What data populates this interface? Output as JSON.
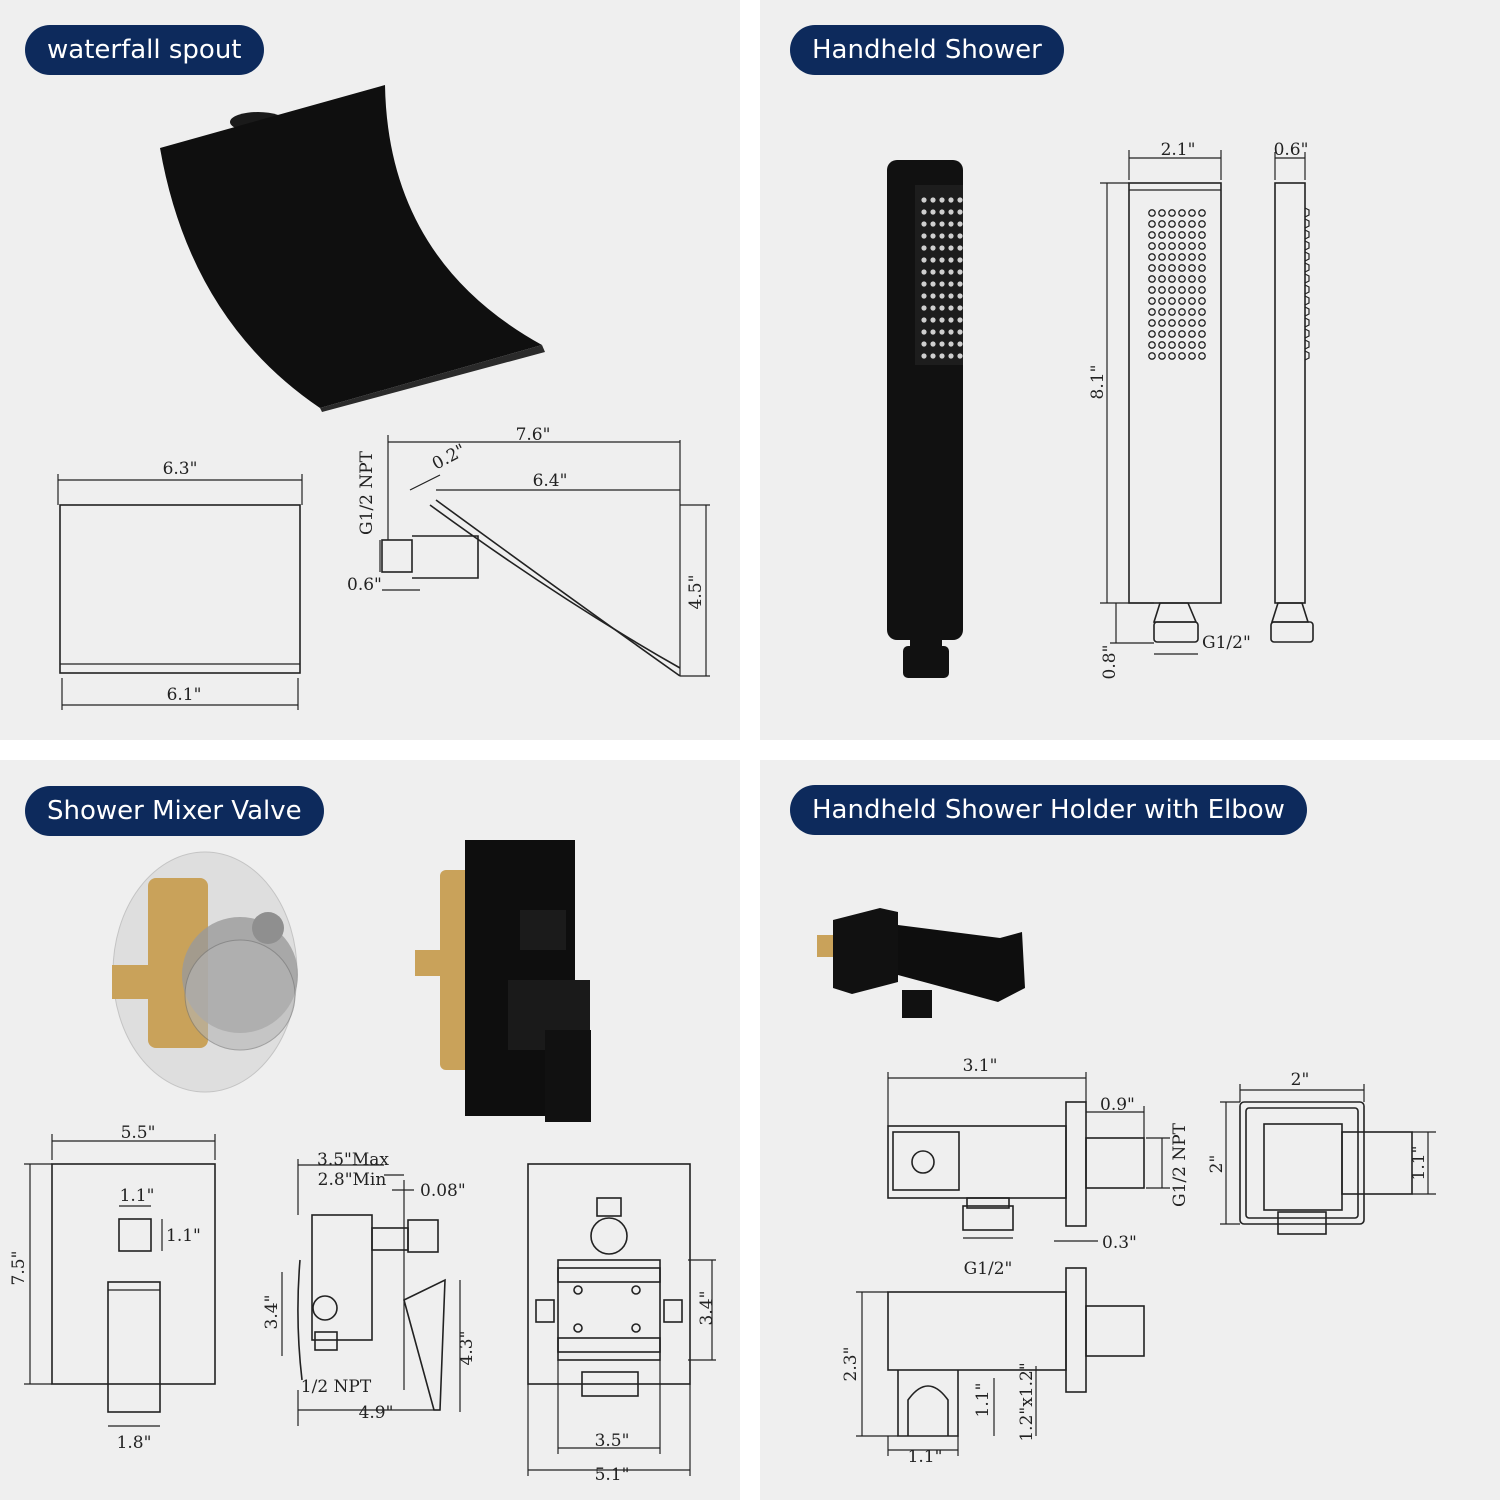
{
  "panels": {
    "waterfall": {
      "title": "waterfall spout",
      "dims": {
        "width_top": "6.3\"",
        "width_bottom": "6.1\"",
        "length_total": "7.6\"",
        "length_lip": "6.4\"",
        "thickness": "0.2\"",
        "thread": "G1/2 NPT",
        "inlet": "0.6\"",
        "height": "4.5\""
      }
    },
    "handheld": {
      "title": "Handheld Shower",
      "dims": {
        "width": "2.1\"",
        "depth": "0.6\"",
        "height": "8.1\"",
        "connector": "0.8\"",
        "thread": "G1/2\""
      }
    },
    "valve": {
      "title": "Shower Mixer Valve",
      "dims": {
        "plate_width": "5.5\"",
        "plate_height": "7.5\"",
        "knob_w": "1.1\"",
        "knob_h": "1.1\"",
        "handle_w": "1.8\"",
        "max": "3.5\"Max",
        "min": "2.8\"Min",
        "plate_thk": "0.08\"",
        "body_h": "3.4\"",
        "npt": "1/2 NPT",
        "depth": "4.9\"",
        "handle_h": "4.3\"",
        "rough_h": "3.4\"",
        "rough_w": "3.5\"",
        "rough_total": "5.1\""
      }
    },
    "holder": {
      "title": "Handheld Shower Holder with Elbow",
      "dims": {
        "length": "3.1\"",
        "flange": "0.9\"",
        "thread": "G1/2 NPT",
        "flange_thk": "0.3\"",
        "outlet": "G1/2\"",
        "front_w": "2\"",
        "front_h": "2\"",
        "front_inner": "1.1\"",
        "side_h": "2.3\"",
        "cradle_w": "1.1\"",
        "cradle_h": "1.1\"",
        "cradle_size": "1.2\"x1.2\""
      }
    }
  },
  "colors": {
    "pill": "#0d2a5c",
    "panel": "#efefef",
    "product": "#111111",
    "brass": "#c9a25a"
  }
}
